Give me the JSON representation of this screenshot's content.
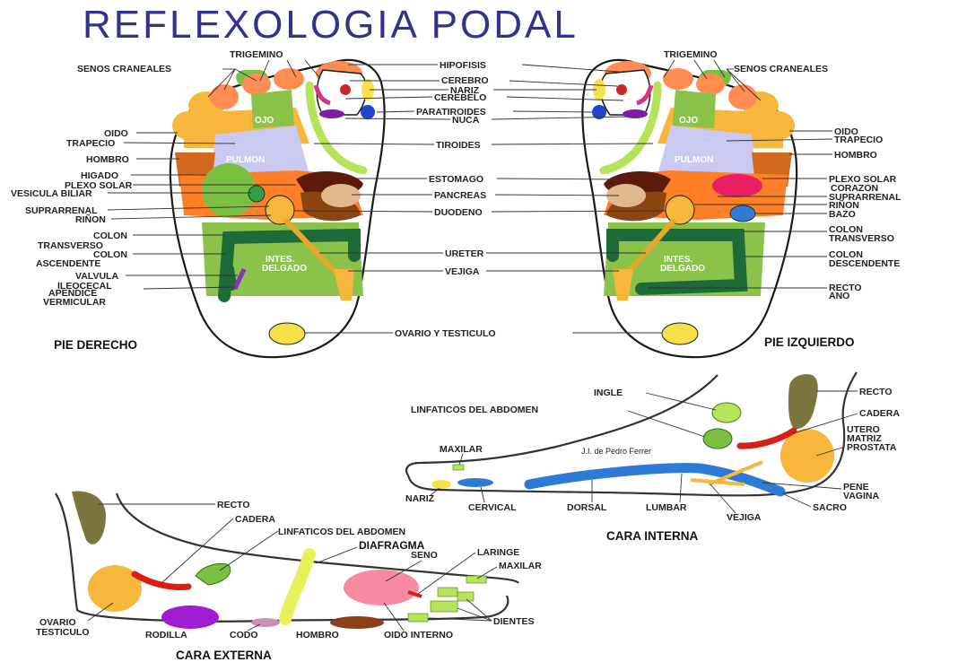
{
  "title": "REFLEXOLOGIA PODAL",
  "feet": {
    "right_caption": "PIE DERECHO",
    "left_caption": "PIE IZQUIERDO",
    "inner_labels": {
      "ojo_r": "OJO",
      "ojo_l": "OJO",
      "pulmon_r": "PULMON",
      "pulmon_l": "PULMON",
      "intes_r_1": "INTES.",
      "intes_r_2": "DELGADO",
      "intes_l_1": "INTES.",
      "intes_l_2": "DELGADO"
    },
    "center_labels": {
      "hipofisis": "HIPOFISIS",
      "cerebro": "CEREBRO",
      "nariz": "NARIZ",
      "cerebelo": "CEREBELO",
      "paratiroides": "PARATIROIDES",
      "nuca": "NUCA",
      "tiroides": "TIROIDES",
      "estomago": "ESTOMAGO",
      "pancreas": "PANCREAS",
      "duodeno": "DUODENO",
      "ureter": "URETER",
      "vejiga": "VEJIGA",
      "ovario": "OVARIO Y TESTICULO"
    },
    "right_labels": {
      "trigemino": "TRIGEMINO",
      "senos": "SENOS CRANEALES",
      "oido": "OIDO",
      "trapecio": "TRAPECIO",
      "hombro": "HOMBRO",
      "higado": "HIGADO",
      "plexo": "PLEXO SOLAR",
      "vesicula": "VESICULA BILIAR",
      "suprarrenal": "SUPRARRENAL",
      "rinon": "RIÑON",
      "colon_t1": "COLON",
      "colon_t2": "TRANSVERSO",
      "colon_a1": "COLON",
      "colon_a2": "ASCENDENTE",
      "valvula1": "VALVULA",
      "valvula2": "ILEOCECAL",
      "apendice1": "APENDICE",
      "apendice2": "VERMICULAR"
    },
    "left_labels": {
      "trigemino": "TRIGEMINO",
      "senos": "SENOS CRANEALES",
      "oido": "OIDO",
      "trapecio": "TRAPECIO",
      "hombro": "HOMBRO",
      "plexo": "PLEXO SOLAR",
      "corazon": "CORAZON",
      "suprarrenal": "SUPRARRENAL",
      "rinon": "RIÑON",
      "bazo": "BAZO",
      "colon_t1": "COLON",
      "colon_t2": "TRANSVERSO",
      "colon_d1": "COLON",
      "colon_d2": "DESCENDENTE",
      "recto": "RECTO",
      "ano": "ANO"
    }
  },
  "cara_interna": {
    "caption": "CARA INTERNA",
    "signature": "J.I. de Pedro Ferrer",
    "labels": {
      "ingle": "INGLE",
      "linfaticos": "LINFATICOS DEL ABDOMEN",
      "maxilar": "MAXILAR",
      "nariz": "NARIZ",
      "cervical": "CERVICAL",
      "dorsal": "DORSAL",
      "lumbar": "LUMBAR",
      "vejiga": "VEJIGA",
      "sacro": "SACRO",
      "recto": "RECTO",
      "cadera": "CADERA",
      "utero": "UTERO",
      "matriz": "MATRIZ",
      "prostata": "PROSTATA",
      "pene": "PENE",
      "vagina": "VAGINA"
    }
  },
  "cara_externa": {
    "caption": "CARA EXTERNA",
    "labels": {
      "recto": "RECTO",
      "cadera": "CADERA",
      "linfaticos": "LINFATICOS DEL ABDOMEN",
      "diafragma": "DIAFRAGMA",
      "seno": "SENO",
      "laringe": "LARINGE",
      "maxilar": "MAXILAR",
      "dientes": "DIENTES",
      "ovario": "OVARIO",
      "testiculo": "TESTICULO",
      "rodilla": "RODILLA",
      "codo": "CODO",
      "hombro": "HOMBRO",
      "oido_interno": "OIDO INTERNO"
    }
  }
}
